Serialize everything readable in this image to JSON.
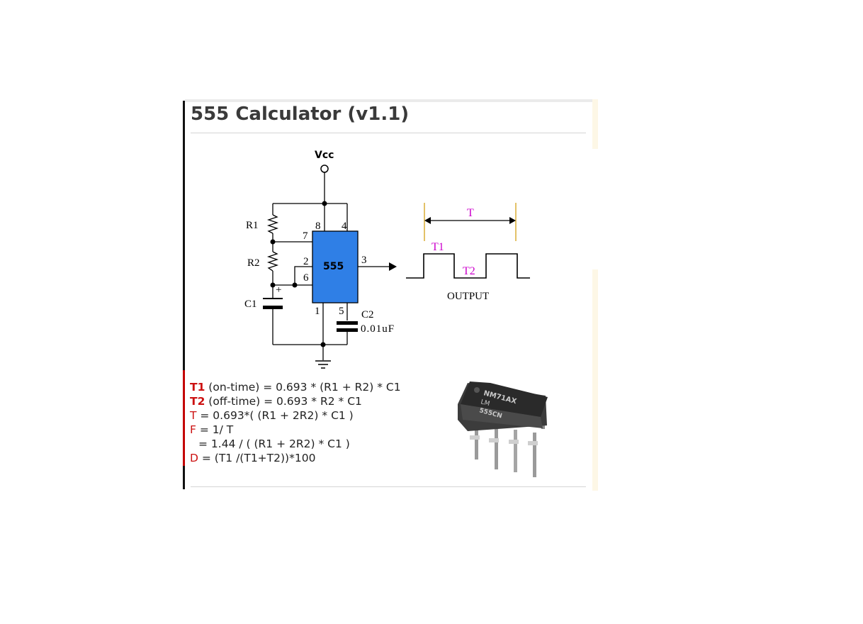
{
  "page": {
    "title": "555 Calculator (v1.1)"
  },
  "schematic": {
    "vcc_label": "Vcc",
    "chip_label": "555",
    "r1_label": "R1",
    "r2_label": "R2",
    "c1_label": "C1",
    "c2_label": "C2",
    "c2_value": "0.01uF",
    "plus_sign": "+",
    "pins": {
      "p8": "8",
      "p4": "4",
      "p7": "7",
      "p2": "2",
      "p6": "6",
      "p3": "3",
      "p1": "1",
      "p5": "5"
    }
  },
  "waveform": {
    "period_label": "T",
    "t1_label": "T1",
    "t2_label": "T2",
    "output_label": "OUTPUT"
  },
  "formulas": [
    {
      "symbol": "T1",
      "text": " (on-time) = 0.693 * (R1 + R2) * C1"
    },
    {
      "symbol": "T2",
      "text": " (off-time) = 0.693 * R2 * C1"
    },
    {
      "symbol": "T",
      "text": " = 0.693*( (R1 + 2R2) * C1 )"
    },
    {
      "symbol": "F",
      "text": " = 1/ T"
    },
    {
      "symbol": "",
      "text": "= 1.44 / ( (R1 + 2R2) * C1 )"
    },
    {
      "symbol": "D",
      "text": " = (T1 /(T1+T2))*100"
    }
  ],
  "chip_photo": {
    "marking_line1": "NM71AX",
    "marking_line2": "LM",
    "marking_line3": "555CN"
  },
  "colors": {
    "chip_fill": "#2f7fe6",
    "accent_red": "#cc1111",
    "waveform_label": "#cc00cc"
  }
}
